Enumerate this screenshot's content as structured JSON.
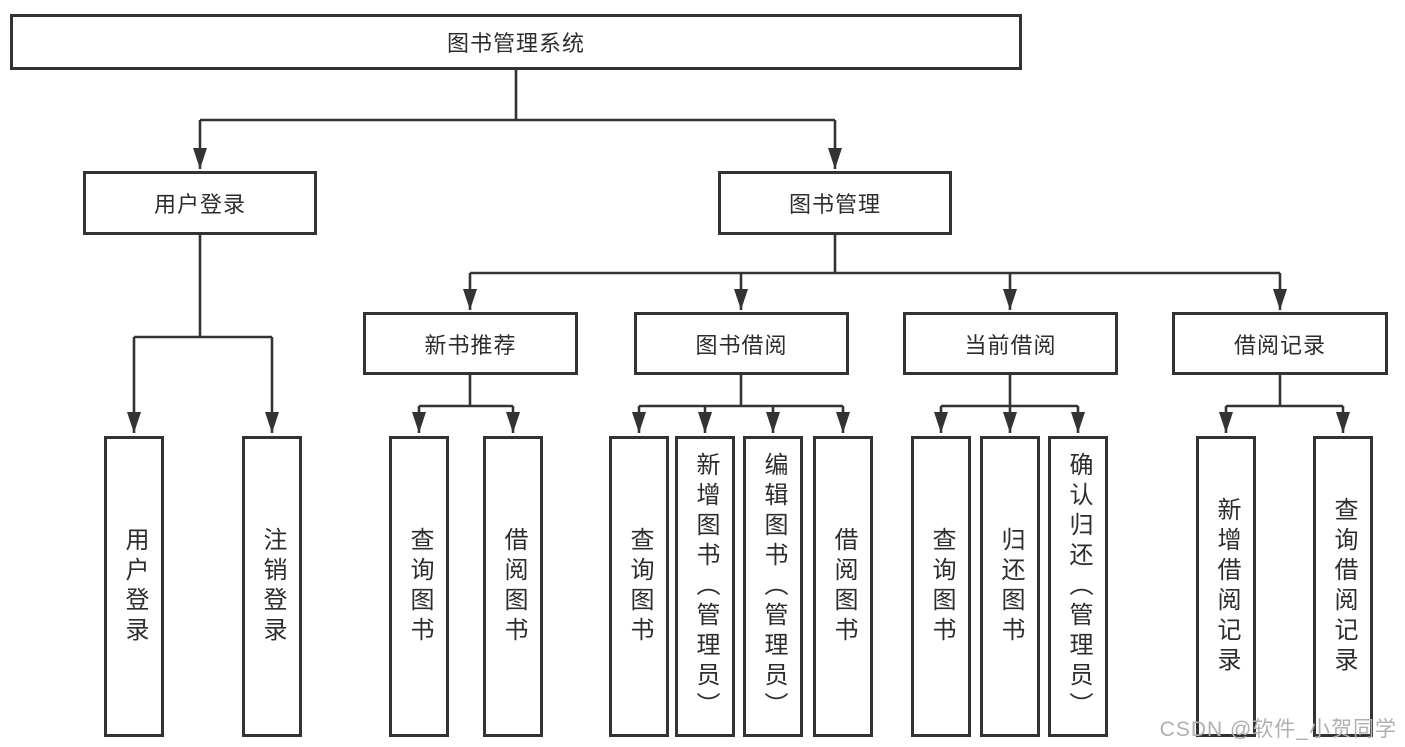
{
  "diagram": {
    "root": {
      "label": "图书管理系统"
    },
    "branches": [
      {
        "label": "用户登录",
        "children": [
          {
            "label": "用户登录"
          },
          {
            "label": "注销登录"
          }
        ]
      },
      {
        "label": "图书管理",
        "sections": [
          {
            "label": "新书推荐",
            "children": [
              {
                "label": "查询图书"
              },
              {
                "label": "借阅图书"
              }
            ]
          },
          {
            "label": "图书借阅",
            "children": [
              {
                "label": "查询图书"
              },
              {
                "label": "新增图书（管理员）"
              },
              {
                "label": "编辑图书（管理员）"
              },
              {
                "label": "借阅图书"
              }
            ]
          },
          {
            "label": "当前借阅",
            "children": [
              {
                "label": "查询图书"
              },
              {
                "label": "归还图书"
              },
              {
                "label": "确认归还（管理员）"
              }
            ]
          },
          {
            "label": "借阅记录",
            "children": [
              {
                "label": "新增借阅记录"
              },
              {
                "label": "查询借阅记录"
              }
            ]
          }
        ]
      }
    ]
  },
  "watermark": {
    "text": "CSDN @软件_小贺同学"
  },
  "colors": {
    "line": "#333333",
    "box_border": "#333333",
    "text": "#2d2d2d",
    "watermark": "#b0b0b0",
    "background": "#ffffff"
  }
}
